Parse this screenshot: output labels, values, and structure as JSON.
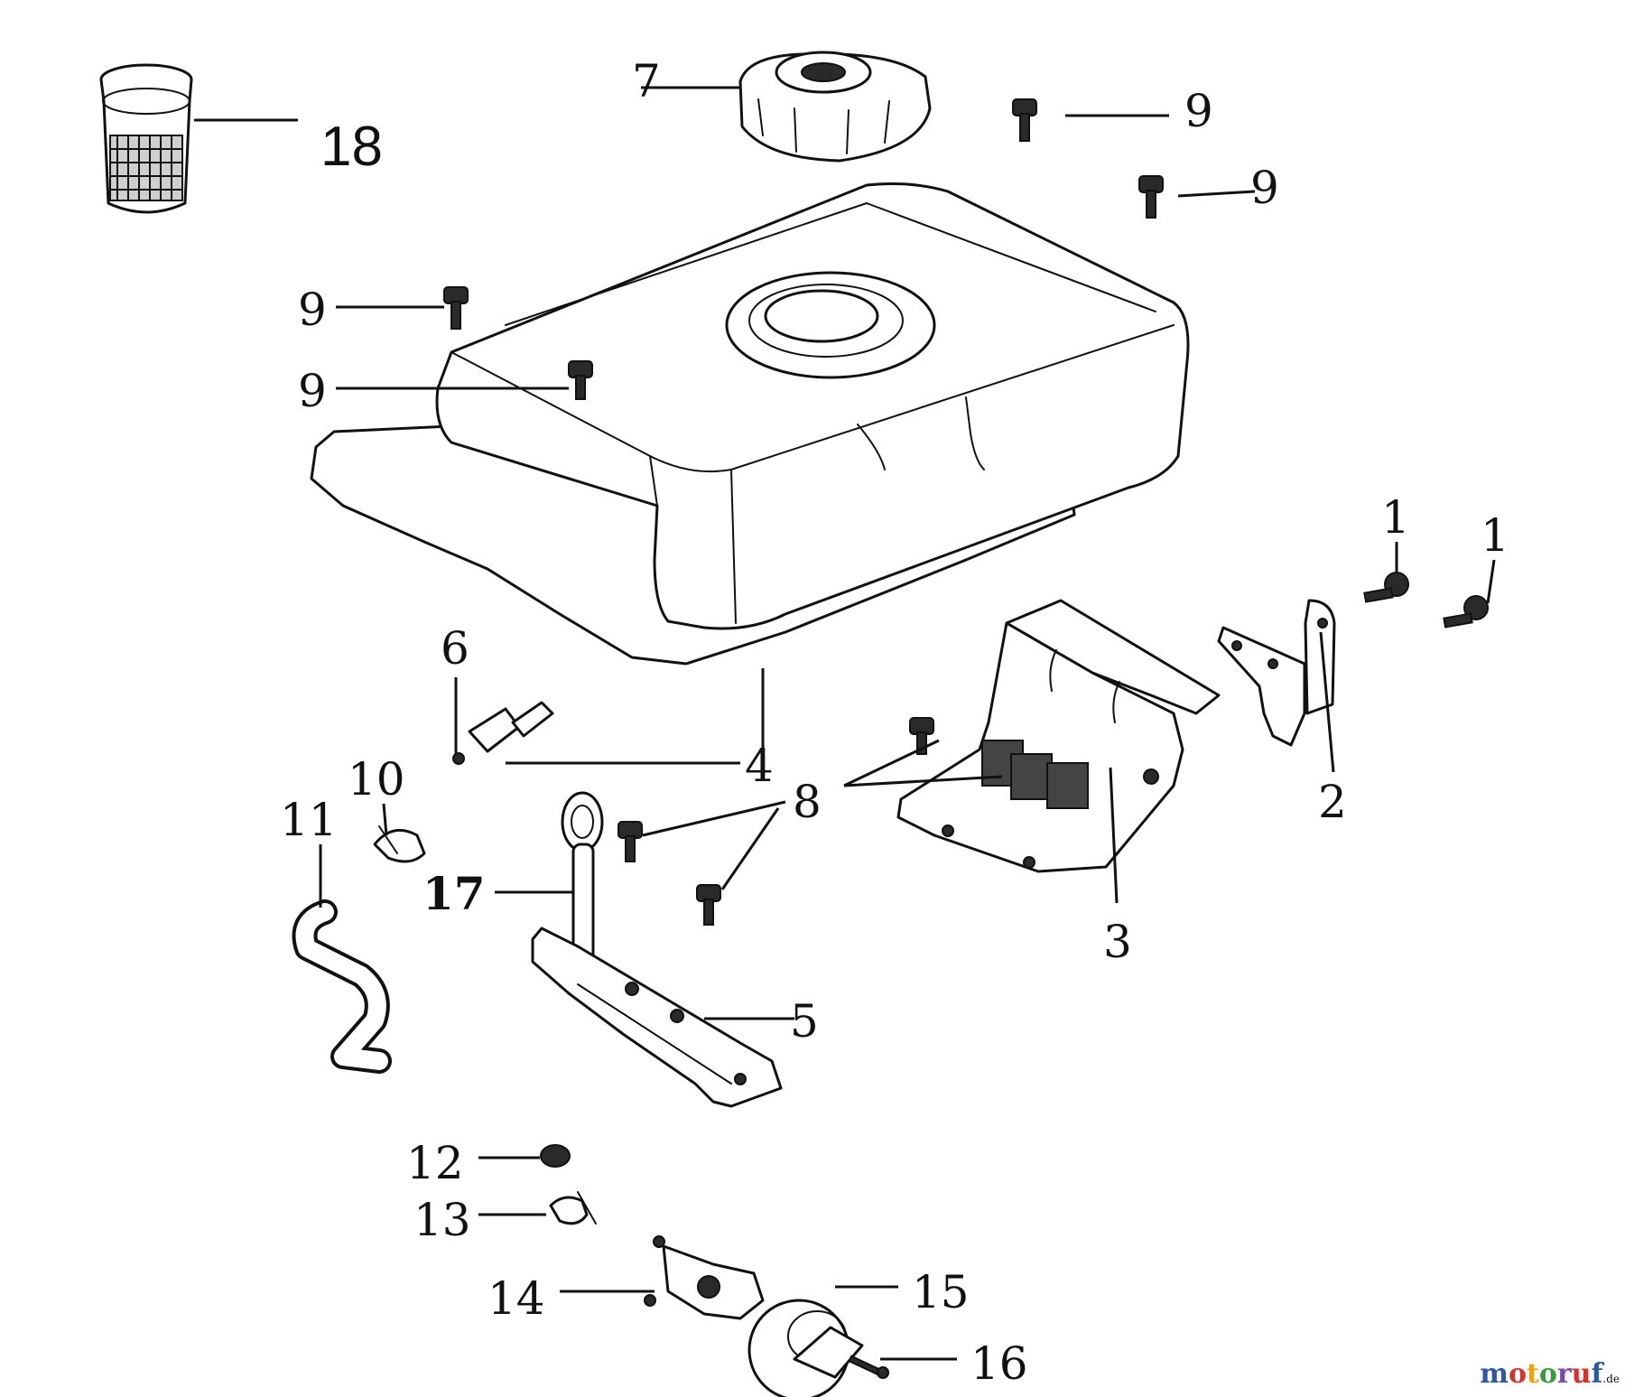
{
  "colors": {
    "line": "#111111",
    "background": "#ffffff",
    "watermark": [
      "#2c5aa0",
      "#d4322c",
      "#e8a317",
      "#3a9b3a",
      "#7a4fa0",
      "#d4322c",
      "#2c5aa0"
    ]
  },
  "callouts": {
    "c1a": "1",
    "c1b": "1",
    "c2": "2",
    "c3": "3",
    "c4": "4",
    "c5": "5",
    "c6": "6",
    "c7": "7",
    "c8": "8",
    "c9a": "9",
    "c9b": "9",
    "c9c": "9",
    "c9d": "9",
    "c10": "10",
    "c11": "11",
    "c12": "12",
    "c13": "13",
    "c14": "14",
    "c15": "15",
    "c16": "16",
    "c17": "17",
    "c18": "18"
  },
  "watermark": {
    "letters": [
      "m",
      "o",
      "t",
      "o",
      "r",
      "u",
      "f"
    ],
    "suffix": ".de"
  }
}
